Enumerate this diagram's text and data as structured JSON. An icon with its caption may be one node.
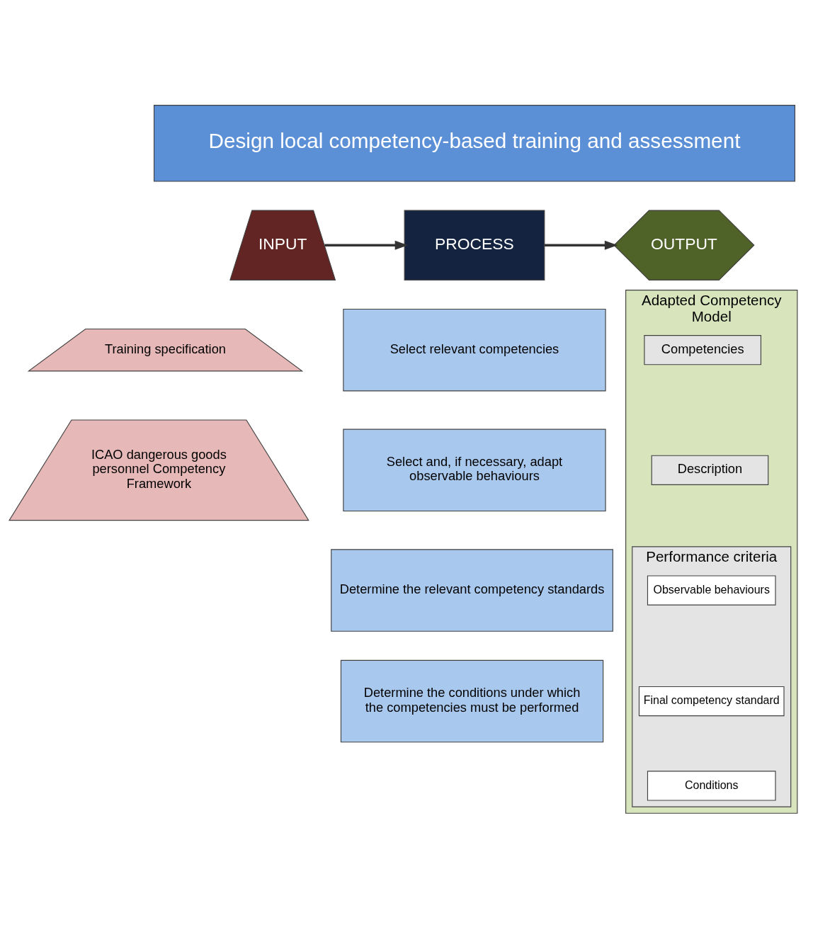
{
  "diagram": {
    "nodes": [
      {
        "text": [
          "Design local competency-based training and assessment"
        ]
      },
      {
        "text": [
          "INPUT"
        ]
      },
      {
        "text": [
          "PROCESS"
        ]
      },
      {
        "text": [
          "OUTPUT"
        ]
      },
      {
        "text": [
          "Training specification"
        ]
      },
      {
        "text": [
          "ICAO dangerous goods personnel Competency Framework"
        ]
      },
      {
        "text": [
          "Select relevant competencies"
        ]
      },
      {
        "text": [
          "Select and, if necessary, adapt observable behaviours"
        ]
      },
      {
        "text": [
          "Determine the relevant competency standards"
        ]
      },
      {
        "text": [
          "Determine the conditions under which the competencies must be performed"
        ]
      },
      {
        "text": [
          "Adapted Competency Model"
        ]
      },
      {
        "text": [
          "Competencies"
        ],
        "in": 10
      },
      {
        "text": [
          "Description"
        ],
        "in": 10
      },
      {
        "text": [
          "Performance criteria"
        ],
        "in": 10
      },
      {
        "text": [
          "Observable behaviours"
        ],
        "in": 13
      },
      {
        "text": [
          "Final competency standard"
        ],
        "in": 13
      },
      {
        "text": [
          "Conditions"
        ],
        "in": 13
      }
    ],
    "edges": [
      {
        "from": 1,
        "to": 2,
        "arrow": "to"
      },
      {
        "from": 2,
        "to": 3,
        "arrow": "to"
      }
    ]
  }
}
